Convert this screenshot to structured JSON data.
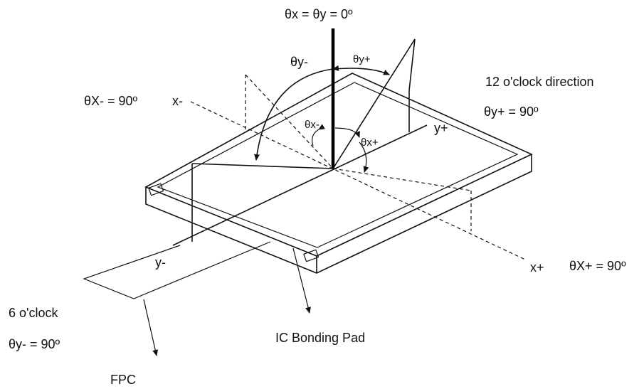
{
  "labels": {
    "top_angle": "θx = θy = 0º",
    "theta_y_minus": "θy-",
    "theta_y_plus": "θy+",
    "twelve_oclock": "12 o'clock direction",
    "theta_y_plus_90": "θy+ = 90º",
    "theta_x_minus_90": "θX- = 90º",
    "x_minus": "x-",
    "theta_x_minus": "θx-",
    "theta_x_plus": "θx+",
    "y_plus": "y+",
    "y_minus": "y-",
    "x_plus": "x+",
    "theta_x_plus_90": "θX+ = 90º",
    "six_oclock": "6 o'clock",
    "theta_y_minus_90": "θy- = 90º",
    "ic_bonding_pad": "IC Bonding Pad",
    "fpc": "FPC"
  },
  "colors": {
    "ink": "#111111",
    "background": "#ffffff"
  }
}
